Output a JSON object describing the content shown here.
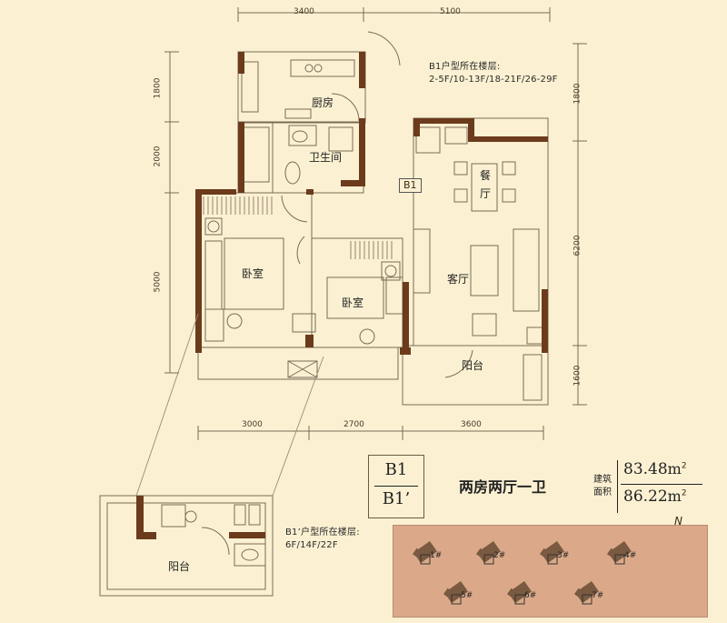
{
  "plan": {
    "dimensions": {
      "top": [
        "3400",
        "5100"
      ],
      "bottom": [
        "3000",
        "2700",
        "3600"
      ],
      "left": [
        "1800",
        "2000",
        "5000"
      ],
      "right": [
        "1800",
        "6200",
        "1600"
      ]
    },
    "rooms": {
      "kitchen": "厨房",
      "bathroom": "卫生间",
      "dining": [
        "餐",
        "厅"
      ],
      "bedroom_master": "卧室",
      "bedroom_second": "卧室",
      "living": "客厅",
      "balcony": "阳台",
      "balcony_alt": "阳台"
    },
    "unit_marker": "B1",
    "floors_b1": {
      "title": "B1户型所在楼层:",
      "list": "2-5F/10-13F/18-21F/26-29F"
    },
    "floors_b1p": {
      "title": "B1’户型所在楼层:",
      "list": "6F/14F/22F"
    }
  },
  "summary": {
    "code_top": "B1",
    "code_bottom": "B1’",
    "title": "两房两厅一卫",
    "area_label": [
      "建筑",
      "面积"
    ],
    "area_b1": "83.48",
    "area_b1p": "86.22",
    "unit": "m",
    "unit_sup": "2"
  },
  "compass": {
    "label": "N"
  },
  "key_plan": {
    "buildings": [
      "1#",
      "2#",
      "3#",
      "4#",
      "5#",
      "6#",
      "7#"
    ]
  },
  "colors": {
    "background": "#fbf1d2",
    "wall": "#6b3b1c",
    "line": "#7a6a55",
    "key_plan_bg": "#dba98a"
  }
}
